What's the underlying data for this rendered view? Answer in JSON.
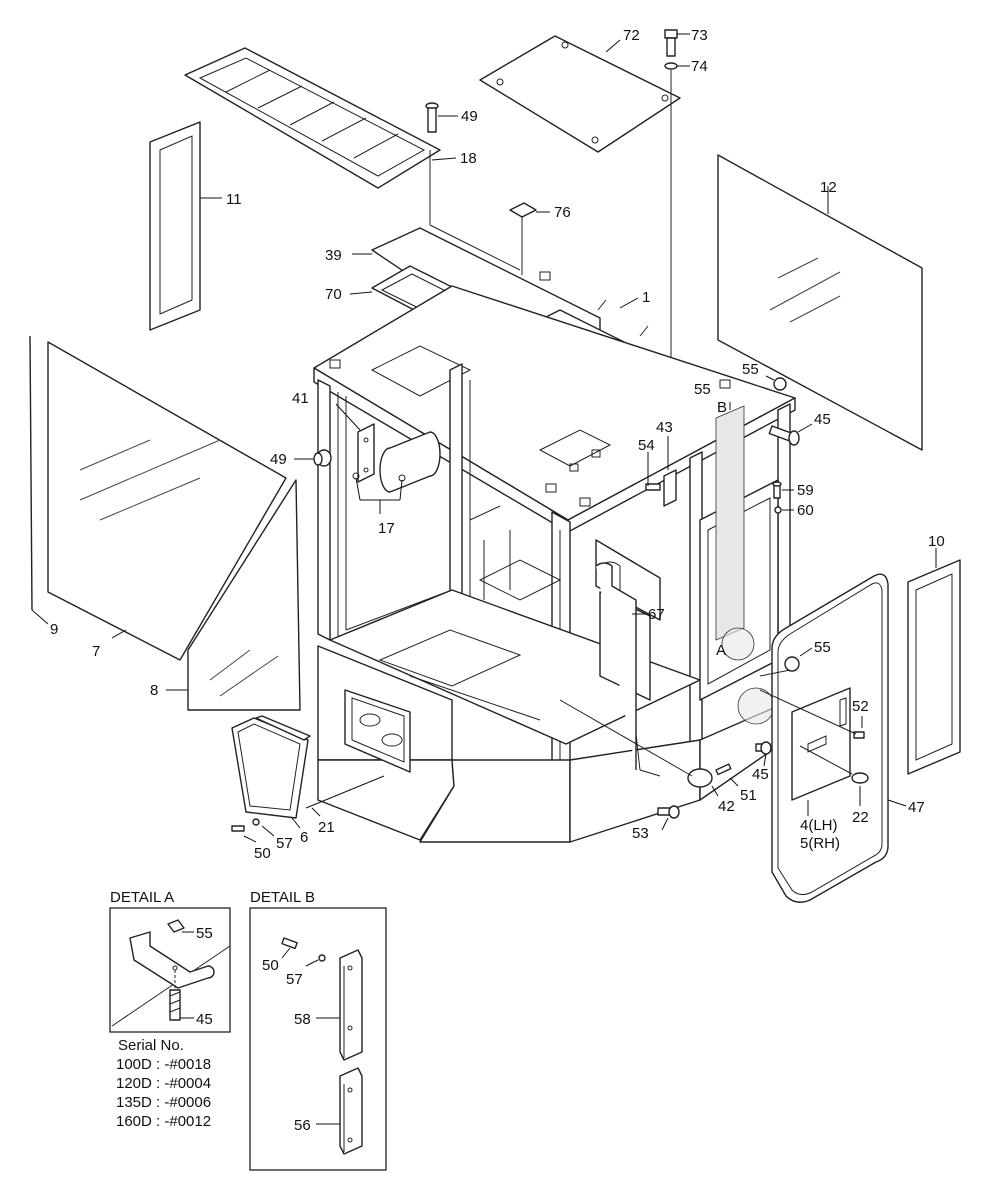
{
  "callouts": [
    {
      "id": "c72",
      "text": "72"
    },
    {
      "id": "c73",
      "text": "73"
    },
    {
      "id": "c74",
      "text": "74"
    },
    {
      "id": "c49a",
      "text": "49"
    },
    {
      "id": "c18",
      "text": "18"
    },
    {
      "id": "c11",
      "text": "11"
    },
    {
      "id": "c12",
      "text": "12"
    },
    {
      "id": "c76",
      "text": "76"
    },
    {
      "id": "c39",
      "text": "39"
    },
    {
      "id": "c70",
      "text": "70"
    },
    {
      "id": "c1",
      "text": "1"
    },
    {
      "id": "c55a",
      "text": "55"
    },
    {
      "id": "c55b",
      "text": "55"
    },
    {
      "id": "cB",
      "text": "B"
    },
    {
      "id": "c45a",
      "text": "45"
    },
    {
      "id": "c41",
      "text": "41"
    },
    {
      "id": "c43",
      "text": "43"
    },
    {
      "id": "c54",
      "text": "54"
    },
    {
      "id": "c49b",
      "text": "49"
    },
    {
      "id": "c59",
      "text": "59"
    },
    {
      "id": "c60",
      "text": "60"
    },
    {
      "id": "c17",
      "text": "17"
    },
    {
      "id": "c10",
      "text": "10"
    },
    {
      "id": "c9",
      "text": "9"
    },
    {
      "id": "c67",
      "text": "67"
    },
    {
      "id": "c7",
      "text": "7"
    },
    {
      "id": "cA",
      "text": "A"
    },
    {
      "id": "c55c",
      "text": "55"
    },
    {
      "id": "c8",
      "text": "8"
    },
    {
      "id": "c52",
      "text": "52"
    },
    {
      "id": "c45b",
      "text": "45"
    },
    {
      "id": "c47",
      "text": "47"
    },
    {
      "id": "c51",
      "text": "51"
    },
    {
      "id": "c42",
      "text": "42"
    },
    {
      "id": "c22",
      "text": "22"
    },
    {
      "id": "c21",
      "text": "21"
    },
    {
      "id": "c6",
      "text": "6"
    },
    {
      "id": "c57a",
      "text": "57"
    },
    {
      "id": "c50a",
      "text": "50"
    },
    {
      "id": "c53",
      "text": "53"
    },
    {
      "id": "c4lh",
      "text": "4(LH)"
    },
    {
      "id": "c5rh",
      "text": "5(RH)"
    },
    {
      "id": "dA55",
      "text": "55"
    },
    {
      "id": "dA45",
      "text": "45"
    },
    {
      "id": "dB50",
      "text": "50"
    },
    {
      "id": "dB57",
      "text": "57"
    },
    {
      "id": "dB58",
      "text": "58"
    },
    {
      "id": "dB56",
      "text": "56"
    }
  ],
  "detail_a": {
    "title": "DETAIL A",
    "serial_heading": "Serial No.",
    "serials": [
      "100D : -#0018",
      "120D : -#0004",
      "135D : -#0006",
      "160D : -#0012"
    ]
  },
  "detail_b": {
    "title": "DETAIL B"
  }
}
